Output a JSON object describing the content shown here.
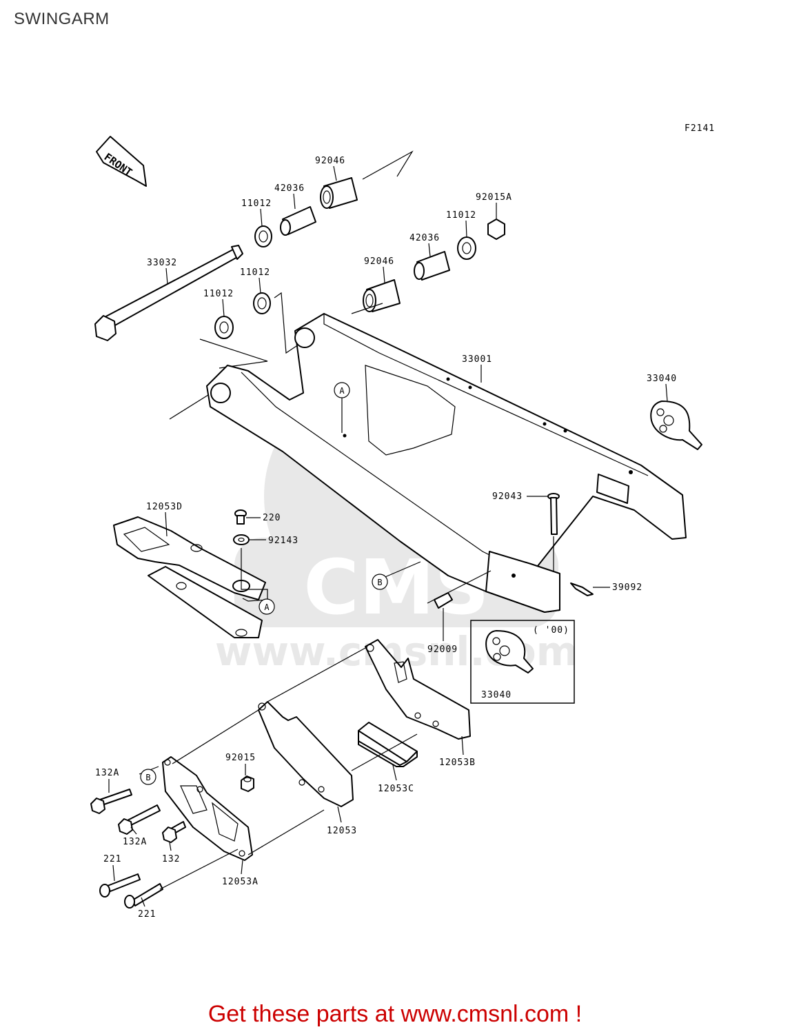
{
  "title": "SWINGARM",
  "figure_code": "F2141",
  "front_arrow": "FRONT",
  "footer_text": "Get these parts at www.cmsnl.com !",
  "watermark": "www.cmsnl.com",
  "watermark_logo": "CMS",
  "variant_box_label": "( '00)",
  "ref_markers": {
    "a": "A",
    "b": "B"
  },
  "part_labels": {
    "p92046_top": "92046",
    "p42036_top": "42036",
    "p11012_top": "11012",
    "p92015A": "92015A",
    "p11012_right": "11012",
    "p42036_right": "42036",
    "p92046_right": "92046",
    "p33032": "33032",
    "p11012_mid": "11012",
    "p11012_left": "11012",
    "p33001": "33001",
    "p33040": "33040",
    "p92043": "92043",
    "p12053D": "12053D",
    "p220": "220",
    "p92143": "92143",
    "p39092": "39092",
    "p92009": "92009",
    "p33040_box": "33040",
    "p132A_1": "132A",
    "p92015": "92015",
    "p12053B": "12053B",
    "p12053C": "12053C",
    "p12053": "12053",
    "p132A_2": "132A",
    "p132": "132",
    "p221_1": "221",
    "p221_2": "221",
    "p12053A": "12053A"
  }
}
